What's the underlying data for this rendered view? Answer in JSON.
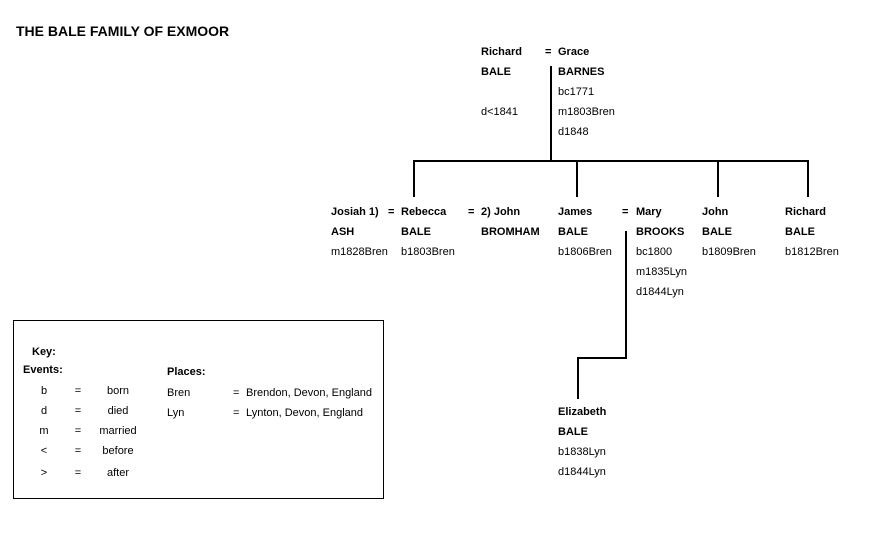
{
  "title": "THE BALE FAMILY OF EXMOOR",
  "parents": {
    "father": {
      "given": "Richard",
      "surname": "BALE",
      "death": "d<1841"
    },
    "equals": "=",
    "mother": {
      "given": "Grace",
      "surname": "BARNES",
      "birth": "bc1771",
      "marriage": "m1803Bren",
      "death": "d1848"
    }
  },
  "children": {
    "josiah": {
      "given": "Josiah 1)",
      "surname": "ASH",
      "marriage": "m1828Bren"
    },
    "rebecca": {
      "eq": "=",
      "given": "Rebecca",
      "surname": "BALE",
      "birth": "b1803Bren"
    },
    "john_bromham": {
      "eq": "=",
      "given": "2) John",
      "surname": "BROMHAM"
    },
    "james": {
      "given": "James",
      "surname": "BALE",
      "birth": "b1806Bren"
    },
    "mary": {
      "eq": "=",
      "given": "Mary",
      "surname": "BROOKS",
      "birth": "bc1800",
      "marriage": "m1835Lyn",
      "death": "d1844Lyn"
    },
    "john": {
      "given": "John",
      "surname": "BALE",
      "birth": "b1809Bren"
    },
    "richard": {
      "given": "Richard",
      "surname": "BALE",
      "birth": "b1812Bren"
    }
  },
  "grandchild": {
    "given": "Elizabeth",
    "surname": "BALE",
    "birth": "b1838Lyn",
    "death": "d1844Lyn"
  },
  "key": {
    "heading": "Key:",
    "events_heading": "Events:",
    "events": [
      {
        "sym": "b",
        "eq": "=",
        "meaning": "born"
      },
      {
        "sym": "d",
        "eq": "=",
        "meaning": "died"
      },
      {
        "sym": "m",
        "eq": "=",
        "meaning": "married"
      },
      {
        "sym": "<",
        "eq": "=",
        "meaning": "before"
      },
      {
        "sym": ">",
        "eq": "=",
        "meaning": "after"
      }
    ],
    "places_heading": "Places:",
    "places": [
      {
        "abbr": "Bren",
        "eq": "=",
        "name": "Brendon, Devon, England"
      },
      {
        "abbr": "Lyn",
        "eq": "=",
        "name": "Lynton, Devon, England"
      }
    ]
  }
}
